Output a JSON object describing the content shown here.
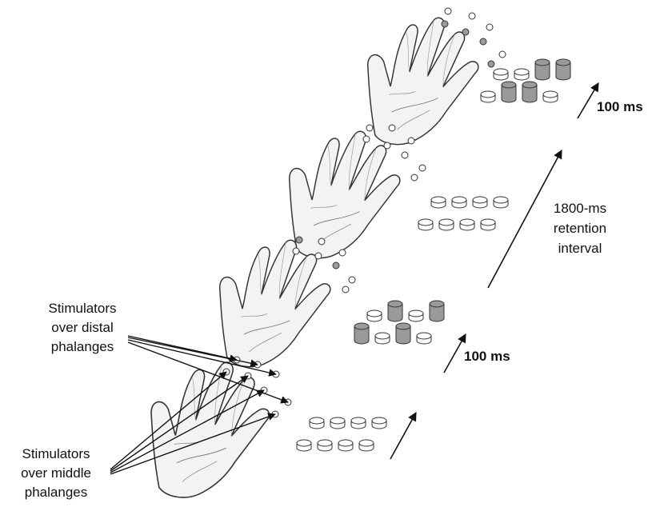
{
  "labels": {
    "distal": [
      "Stimulators",
      "over distal",
      "phalanges"
    ],
    "middle": [
      "Stimulators",
      "over middle",
      "phalanges"
    ],
    "timing_top": "100 ms",
    "timing_mid": "100 ms",
    "interval": [
      "1800-ms",
      "retention",
      "interval"
    ]
  },
  "colors": {
    "ink": "#111111",
    "hand_fill": "#f2f2f2",
    "hand_line": "#333333",
    "active_stimulator": "#9a9a9a",
    "inactive_stimulator": "#ffffff"
  },
  "frames": [
    {
      "name": "baseline",
      "active": []
    },
    {
      "name": "first-stimulus",
      "active": [
        1,
        3,
        4,
        6
      ]
    },
    {
      "name": "retention",
      "active": []
    },
    {
      "name": "second-stimulus",
      "active": [
        2,
        3,
        5,
        6
      ]
    }
  ]
}
